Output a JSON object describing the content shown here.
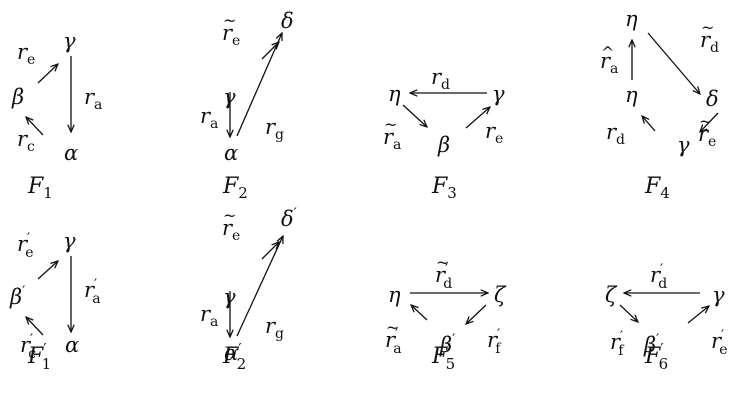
{
  "diagrams": [
    {
      "id": "F1",
      "caption": {
        "base": "F",
        "sub": "1",
        "prime": ""
      },
      "labels": [
        {
          "base": "γ",
          "acc": "",
          "sub": "",
          "prime": ""
        },
        {
          "base": "β",
          "acc": "",
          "sub": "",
          "prime": ""
        },
        {
          "base": "α",
          "acc": "",
          "sub": "",
          "prime": ""
        },
        {
          "base": "r",
          "acc": "",
          "sub": "e",
          "prime": ""
        },
        {
          "base": "r",
          "acc": "",
          "sub": "a",
          "prime": ""
        },
        {
          "base": "r",
          "acc": "",
          "sub": "c",
          "prime": ""
        }
      ]
    },
    {
      "id": "F2",
      "caption": {
        "base": "F",
        "sub": "2",
        "prime": ""
      },
      "labels": [
        {
          "base": "δ",
          "acc": "",
          "sub": "",
          "prime": ""
        },
        {
          "base": "r",
          "acc": "~",
          "sub": "e",
          "prime": ""
        },
        {
          "base": "γ",
          "acc": "",
          "sub": "",
          "prime": ""
        },
        {
          "base": "r",
          "acc": "",
          "sub": "a",
          "prime": ""
        },
        {
          "base": "r",
          "acc": "",
          "sub": "g",
          "prime": ""
        },
        {
          "base": "α",
          "acc": "",
          "sub": "",
          "prime": ""
        }
      ]
    },
    {
      "id": "F3",
      "caption": {
        "base": "F",
        "sub": "3",
        "prime": ""
      },
      "labels": [
        {
          "base": "η",
          "acc": "",
          "sub": "",
          "prime": ""
        },
        {
          "base": "r",
          "acc": "",
          "sub": "d",
          "prime": ""
        },
        {
          "base": "γ",
          "acc": "",
          "sub": "",
          "prime": ""
        },
        {
          "base": "r",
          "acc": "~",
          "sub": "a",
          "prime": ""
        },
        {
          "base": "β",
          "acc": "",
          "sub": "",
          "prime": ""
        },
        {
          "base": "r",
          "acc": "",
          "sub": "e",
          "prime": ""
        }
      ]
    },
    {
      "id": "F4",
      "caption": {
        "base": "F",
        "sub": "4",
        "prime": ""
      },
      "labels": [
        {
          "base": "η",
          "acc": "",
          "sub": "",
          "prime": ""
        },
        {
          "base": "r",
          "acc": "^",
          "sub": "a",
          "prime": ""
        },
        {
          "base": "r",
          "acc": "~",
          "sub": "d",
          "prime": ""
        },
        {
          "base": "η",
          "acc": "",
          "sub": "",
          "prime": ""
        },
        {
          "base": "δ",
          "acc": "",
          "sub": "",
          "prime": ""
        },
        {
          "base": "r",
          "acc": "",
          "sub": "d",
          "prime": ""
        },
        {
          "base": "γ",
          "acc": "",
          "sub": "",
          "prime": ""
        },
        {
          "base": "r",
          "acc": "~",
          "sub": "e",
          "prime": ""
        }
      ]
    },
    {
      "id": "F1prime",
      "caption": {
        "base": "F",
        "sub": "1",
        "prime": "′"
      },
      "labels": [
        {
          "base": "γ",
          "acc": "",
          "sub": "",
          "prime": ""
        },
        {
          "base": "r",
          "acc": "",
          "sub": "e",
          "prime": "′"
        },
        {
          "base": "β",
          "acc": "",
          "sub": "",
          "prime": "′"
        },
        {
          "base": "r",
          "acc": "",
          "sub": "a",
          "prime": "′"
        },
        {
          "base": "r",
          "acc": "",
          "sub": "c",
          "prime": "′"
        },
        {
          "base": "α",
          "acc": "",
          "sub": "",
          "prime": ""
        }
      ]
    },
    {
      "id": "F2prime",
      "caption": {
        "base": "F",
        "sub": "2",
        "prime": "′"
      },
      "labels": [
        {
          "base": "δ",
          "acc": "",
          "sub": "",
          "prime": "′"
        },
        {
          "base": "r",
          "acc": "~",
          "sub": "e",
          "prime": ""
        },
        {
          "base": "γ",
          "acc": "",
          "sub": "",
          "prime": ""
        },
        {
          "base": "r",
          "acc": "",
          "sub": "a",
          "prime": ""
        },
        {
          "base": "r",
          "acc": "",
          "sub": "g",
          "prime": ""
        },
        {
          "base": "α",
          "acc": "",
          "sub": "",
          "prime": ""
        }
      ]
    },
    {
      "id": "F5prime",
      "caption": {
        "base": "F",
        "sub": "5",
        "prime": "′"
      },
      "labels": [
        {
          "base": "η",
          "acc": "",
          "sub": "",
          "prime": ""
        },
        {
          "base": "r",
          "acc": "~",
          "sub": "d",
          "prime": "′"
        },
        {
          "base": "ζ",
          "acc": "",
          "sub": "",
          "prime": ""
        },
        {
          "base": "r",
          "acc": "~",
          "sub": "a",
          "prime": "′"
        },
        {
          "base": "β",
          "acc": "",
          "sub": "",
          "prime": "′"
        },
        {
          "base": "r",
          "acc": "",
          "sub": "f",
          "prime": "′"
        }
      ]
    },
    {
      "id": "F6prime",
      "caption": {
        "base": "F",
        "sub": "6",
        "prime": "′"
      },
      "labels": [
        {
          "base": "ζ",
          "acc": "",
          "sub": "",
          "prime": ""
        },
        {
          "base": "r",
          "acc": "",
          "sub": "d",
          "prime": "′"
        },
        {
          "base": "γ",
          "acc": "",
          "sub": "",
          "prime": ""
        },
        {
          "base": "r",
          "acc": "",
          "sub": "f",
          "prime": "′"
        },
        {
          "base": "β",
          "acc": "",
          "sub": "",
          "prime": "′"
        },
        {
          "base": "r",
          "acc": "",
          "sub": "e",
          "prime": "′"
        }
      ]
    }
  ]
}
